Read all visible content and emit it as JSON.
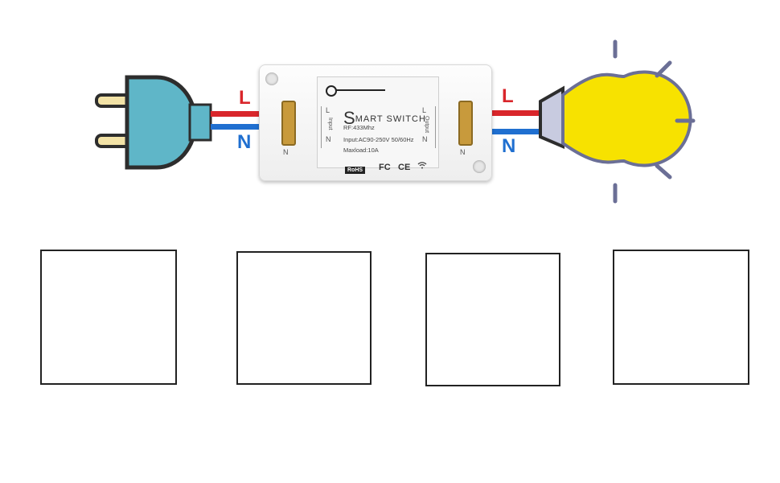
{
  "wires": {
    "live_label": "L",
    "neutral_label": "N",
    "live_color": "#d9262b",
    "neutral_color": "#1f6fd0"
  },
  "switch": {
    "title_initial": "S",
    "title_rest": "MART SWITCH",
    "rf": "RF:433Mhz",
    "input": "Input:AC90-250V  50/60Hz",
    "maxload": "Maxload:10A",
    "rohs": "RoHS",
    "fcc": "FC",
    "ce": "CE",
    "input_port": {
      "l": "L",
      "n": "N",
      "side": "Input"
    },
    "output_port": {
      "l": "L",
      "n": "N",
      "side": "Output"
    },
    "n_left": "N",
    "n_right": "N"
  },
  "colors": {
    "plug": "#5fb6c8",
    "bulb": "#f7e200",
    "bulb_base": "#c8cbe0",
    "ray": "#6b6f96",
    "outline": "#2d2d2d"
  },
  "icons": [
    "plug-icon",
    "smart-switch-module",
    "light-bulb-icon",
    "chandelier-icon",
    "fan-icon",
    "humidifier-icon",
    "aquarium-icon"
  ]
}
